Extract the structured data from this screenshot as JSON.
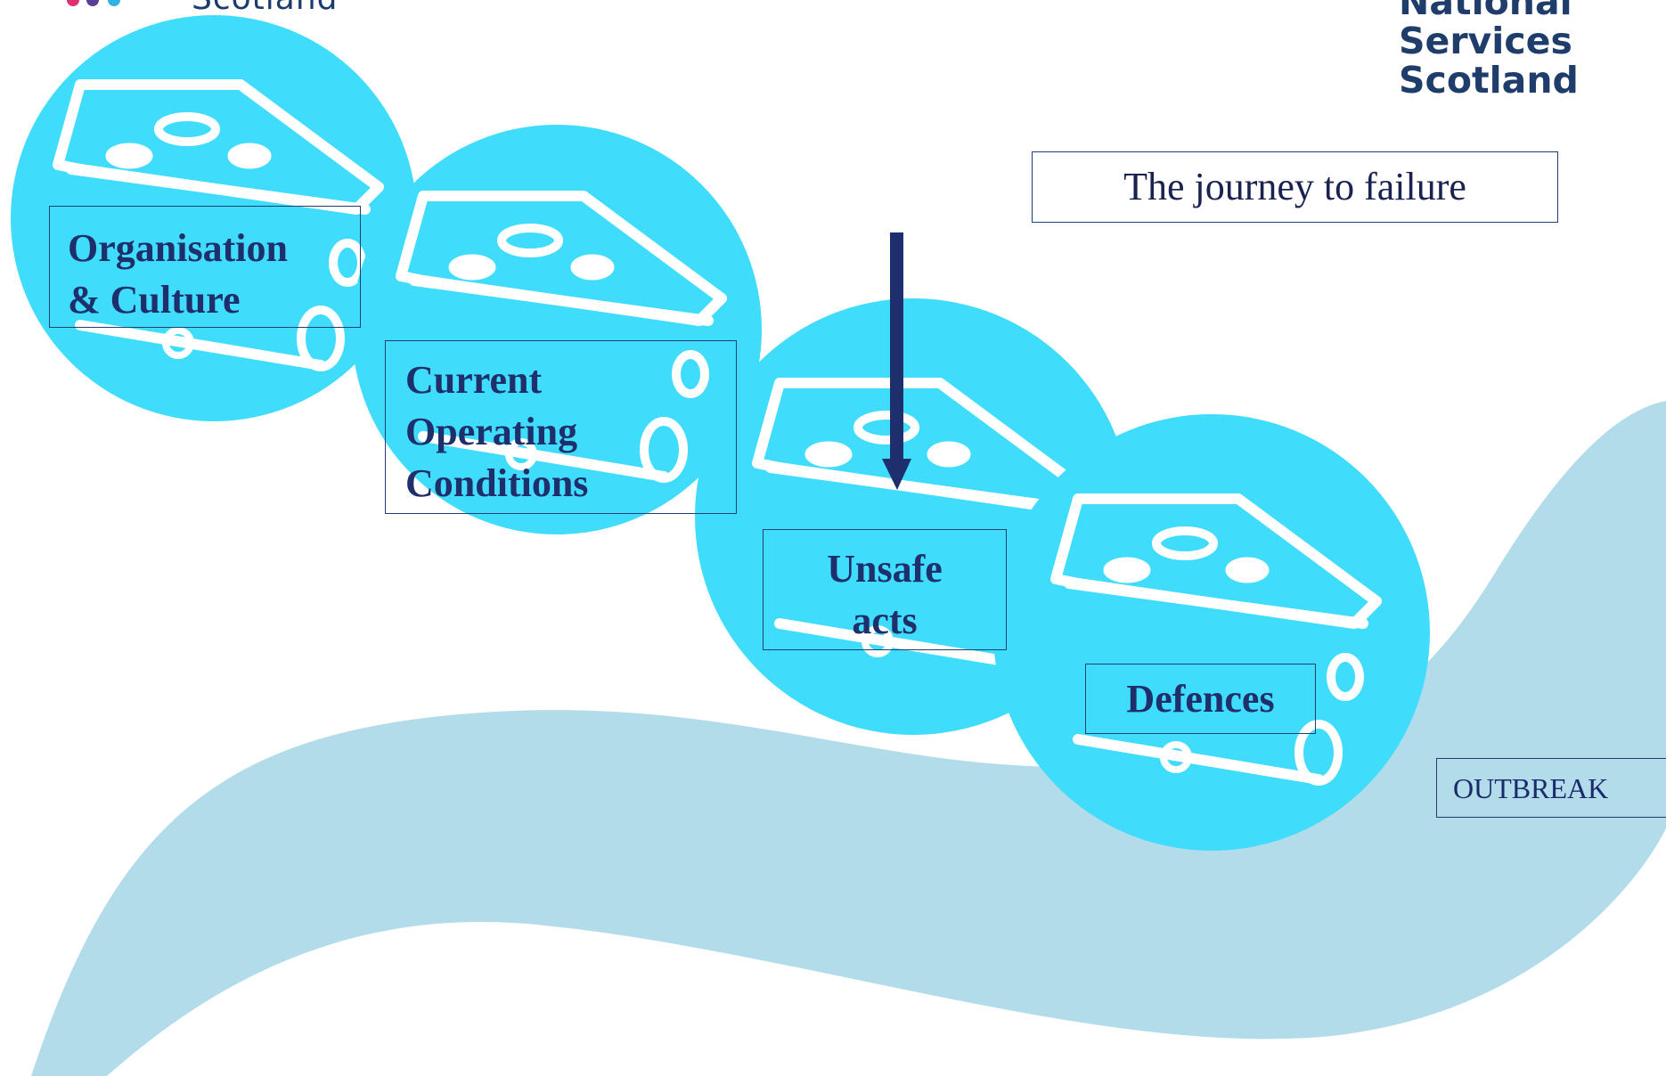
{
  "logos": {
    "left_text": "Scotland",
    "right_lines": [
      "National",
      "Services",
      "Scotland"
    ]
  },
  "title": "The journey to failure",
  "layers": [
    {
      "lines": [
        "Organisation",
        "& Culture"
      ]
    },
    {
      "lines": [
        "Current",
        "Operating",
        "Conditions"
      ]
    },
    {
      "lines": [
        "Unsafe",
        "acts"
      ]
    },
    {
      "lines": [
        "Defences"
      ]
    }
  ],
  "outcome": "OUTBREAK",
  "colors": {
    "cheese_circle": "#40dcfc",
    "wave": "#b2dce9",
    "text": "#1f2f6b",
    "arrow": "#1e2f6e",
    "logo_dots": [
      "#e03070",
      "#5a3d94",
      "#2fb3e0"
    ]
  },
  "icons": [
    "cheese-slice-icon",
    "down-arrow-icon"
  ]
}
